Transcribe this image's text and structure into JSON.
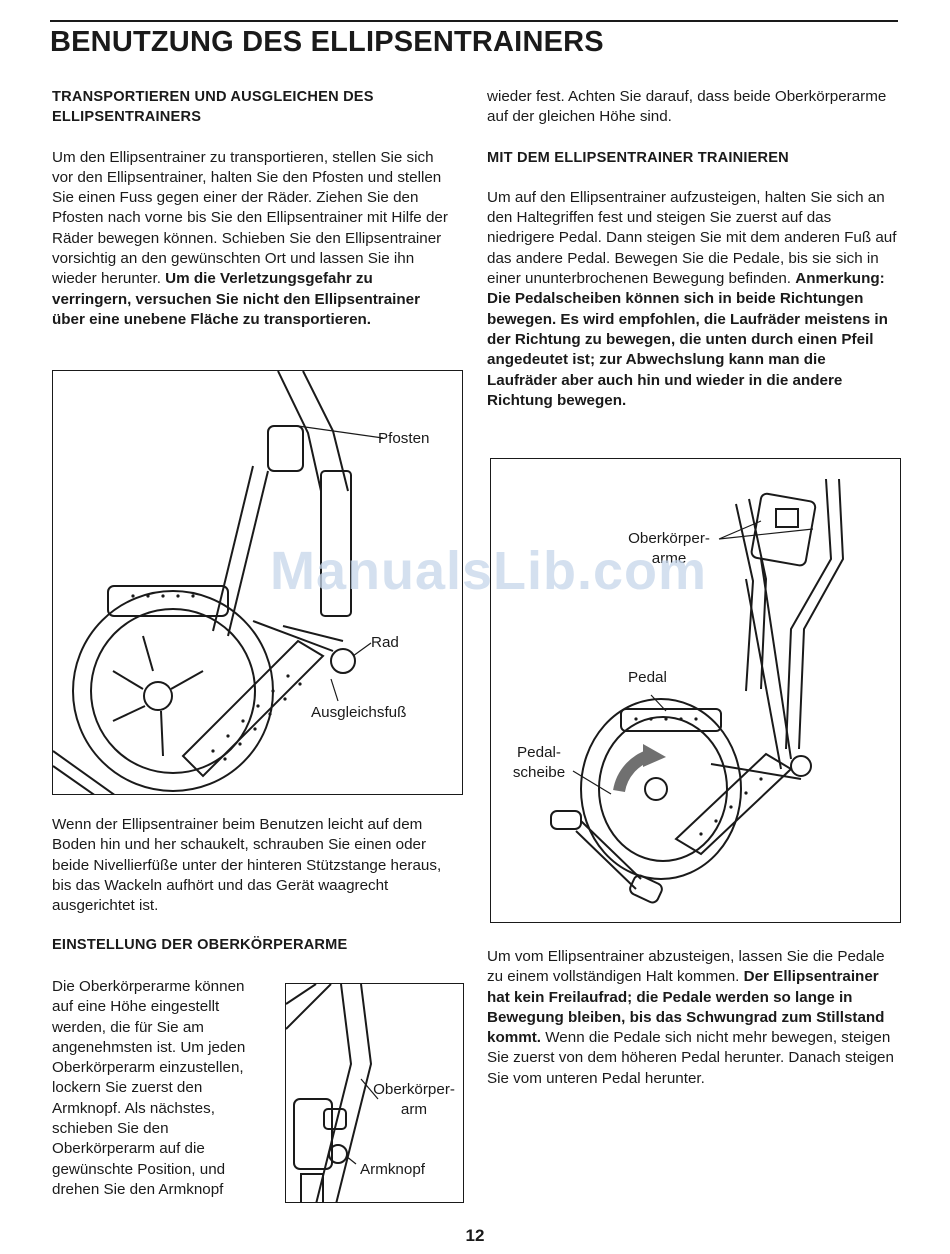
{
  "page": {
    "title": "BENUTZUNG DES ELLIPSENTRAINERS",
    "page_number": "12",
    "watermark": "ManualsLib.com"
  },
  "left": {
    "s1_heading": "TRANSPORTIEREN UND AUSGLEICHEN DES ELLIPSENTRAINERS",
    "s1_body": "Um den Ellipsentrainer zu transportieren, stellen Sie sich vor den Ellipsentrainer, halten Sie den Pfosten und stellen Sie einen Fuss gegen einer der Räder. Ziehen Sie den Pfosten nach vorne bis Sie den Ellipsentrainer mit Hilfe der Räder bewegen können. Schieben Sie den Ellipsentrainer vorsichtig an den gewünschten Ort und lassen Sie ihn wieder herunter.",
    "s1_warning": "Um die Verletzungsgefahr zu verringern, versuchen Sie nicht den Ellipsentrainer über eine unebene Fläche zu transportieren.",
    "s1_after": "Wenn der Ellipsentrainer beim Benutzen leicht auf dem Boden hin und her schaukelt, schrauben Sie einen oder beide Nivellierfüße unter der hinteren Stützstange heraus, bis das Wackeln aufhört und das Gerät waagrecht ausgerichtet ist.",
    "s2_heading": "EINSTELLUNG DER OBERKÖRPERARME",
    "s2_body": "Die Oberkörperarme können auf eine Höhe eingestellt werden, die für Sie am angenehmsten ist. Um jeden Oberkörperarm einzustellen, lockern Sie zuerst den Armknopf. Als nächstes, schieben Sie den Oberkörperarm auf die gewünschte Position, und drehen Sie den Armknopf"
  },
  "right": {
    "cont": "wieder fest. Achten Sie darauf, dass beide Oberkörperarme auf der gleichen Höhe sind.",
    "s3_heading": "MIT DEM ELLIPSENTRAINER TRAINIEREN",
    "s3_body": "Um auf den Ellipsentrainer aufzusteigen, halten Sie sich an den Haltegriffen fest und steigen Sie zuerst auf das niedrigere Pedal. Dann steigen Sie mit dem anderen Fuß auf das andere Pedal. Bewegen Sie die Pedale, bis sie sich in einer ununterbrochenen Bewegung befinden.",
    "s3_note": "Anmerkung: Die Pedalscheiben können sich in beide Richtungen bewegen. Es wird empfohlen, die Laufräder meistens in der Richtung zu bewegen, die unten durch einen Pfeil angedeutet ist; zur Abwechslung kann man die Laufräder aber auch hin und wieder in die andere Richtung bewegen.",
    "s4_body1": "Um vom Ellipsentrainer abzusteigen, lassen Sie die Pedale zu einem vollständigen Halt kommen.",
    "s4_bold": "Der Ellipsentrainer hat kein Freilaufrad; die Pedale werden so lange in Bewegung bleiben, bis das Schwungrad zum Stillstand kommt.",
    "s4_body2": "Wenn die Pedale sich nicht mehr bewegen, steigen Sie zuerst von dem höheren Pedal herunter. Danach steigen Sie vom unteren Pedal herunter."
  },
  "fig1": {
    "label_post": "Pfosten",
    "label_wheel": "Rad",
    "label_foot": "Ausgleichsfuß"
  },
  "fig2": {
    "label_arms_1": "Oberkörper-",
    "label_arms_2": "arme",
    "label_pedal": "Pedal",
    "label_disc_1": "Pedal-",
    "label_disc_2": "scheibe"
  },
  "fig3": {
    "label_arm_1": "Oberkörper-",
    "label_arm_2": "arm",
    "label_knob": "Armknopf"
  }
}
